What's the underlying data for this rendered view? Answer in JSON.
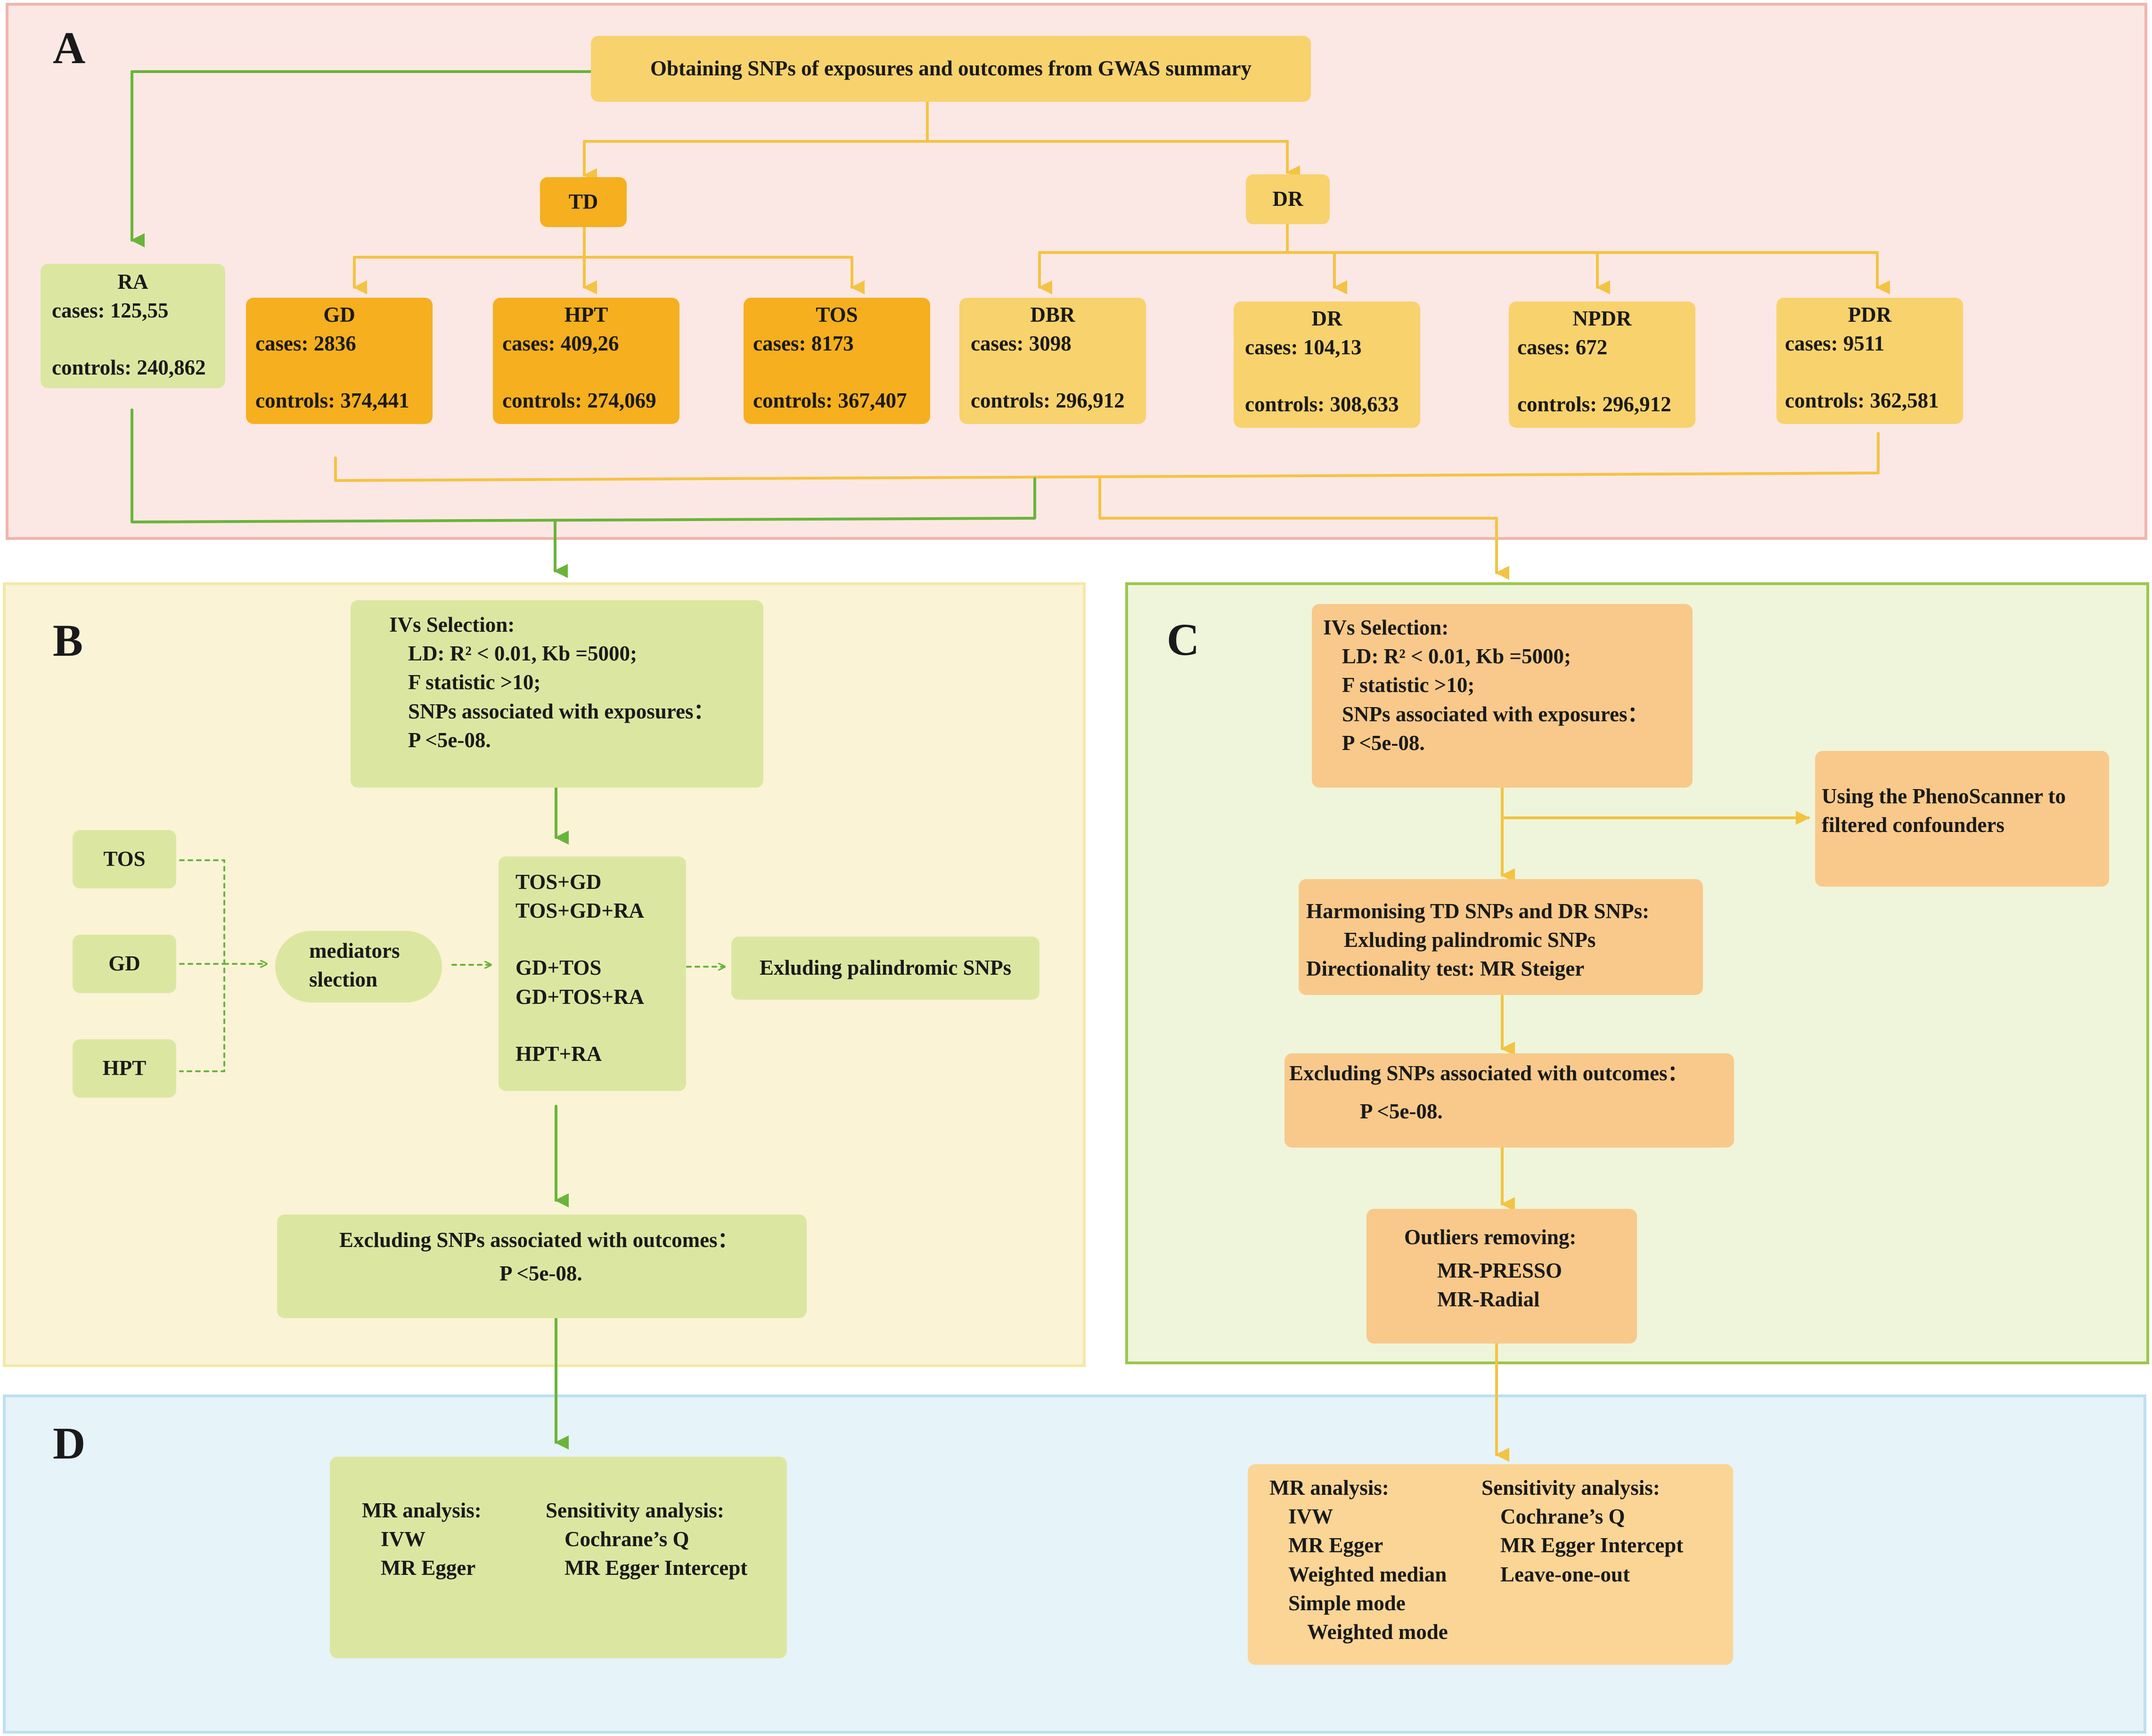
{
  "panels": {
    "a": "A",
    "b": "B",
    "c": "C",
    "d": "D"
  },
  "colors": {
    "green_arrow": "#6ab43a",
    "yellow_arrow": "#f4c343",
    "light_green": "#dbe7a1",
    "dark_orange": "#f5af1f",
    "light_orange": "#f8d26d",
    "peach": "#f8c98a"
  },
  "panel_a": {
    "source": "Obtaining SNPs of  exposures and outcomes  from GWAS summary",
    "td": "TD",
    "dr": "DR",
    "exposures": [
      {
        "name": "RA",
        "cases": "cases: 125,55",
        "controls": "controls: 240,862"
      },
      {
        "name": "GD",
        "cases": "cases: 2836",
        "controls": "controls: 374,441"
      },
      {
        "name": "HPT",
        "cases": "cases: 409,26",
        "controls": "controls: 274,069"
      },
      {
        "name": "TOS",
        "cases": "cases: 8173",
        "controls": "controls: 367,407"
      }
    ],
    "outcomes": [
      {
        "name": "DBR",
        "cases": "cases: 3098",
        "controls": "controls: 296,912"
      },
      {
        "name": "DR",
        "cases": "cases: 104,13",
        "controls": "controls: 308,633"
      },
      {
        "name": "NPDR",
        "cases": "cases: 672",
        "controls": "controls: 296,912"
      },
      {
        "name": "PDR",
        "cases": "cases: 9511",
        "controls": "controls: 362,581"
      }
    ]
  },
  "panel_b": {
    "ivs": [
      "IVs Selection:",
      "LD: R² < 0.01, Kb =5000;",
      "F statistic >10;",
      "SNPs associated with exposures：",
      "P <5e-08."
    ],
    "tos": "TOS",
    "gd": "GD",
    "hpt": "HPT",
    "mediators": [
      "mediators",
      "slection"
    ],
    "combos": [
      "TOS+GD",
      "TOS+GD+RA",
      "GD+TOS",
      "GD+TOS+RA",
      "HPT+RA"
    ],
    "palindromic": "Exluding palindromic SNPs",
    "excluding": [
      "Excluding SNPs associated with outcomes：",
      "P <5e-08."
    ]
  },
  "panel_c": {
    "ivs": [
      "IVs Selection:",
      "LD: R² < 0.01, Kb =5000;",
      "F statistic >10;",
      "SNPs associated with exposures：",
      "P <5e-08."
    ],
    "phenoscanner": [
      "Using the PhenoScanner to",
      "filtered confounders"
    ],
    "harmonising": [
      "Harmonising TD SNPs and DR SNPs:",
      "Exluding palindromic SNPs",
      "Directionality test: MR Steiger"
    ],
    "excluding": [
      "Excluding SNPs associated with outcomes：",
      "P <5e-08."
    ],
    "outliers": [
      "Outliers removing:",
      "MR-PRESSO",
      "MR-Radial"
    ]
  },
  "panel_d": {
    "left": {
      "mr_title": "MR analysis:",
      "mr_items": [
        "IVW",
        "MR Egger"
      ],
      "sens_title": "Sensitivity analysis:",
      "sens_items": [
        "Cochrane’s Q",
        "MR Egger Intercept"
      ]
    },
    "right": {
      "mr_title": "MR analysis:",
      "mr_items": [
        "IVW",
        "MR Egger",
        "Weighted median",
        "Simple mode",
        "Weighted mode"
      ],
      "sens_title": "Sensitivity analysis:",
      "sens_items": [
        "Cochrane’s Q",
        "MR Egger Intercept",
        "Leave-one-out"
      ]
    }
  }
}
